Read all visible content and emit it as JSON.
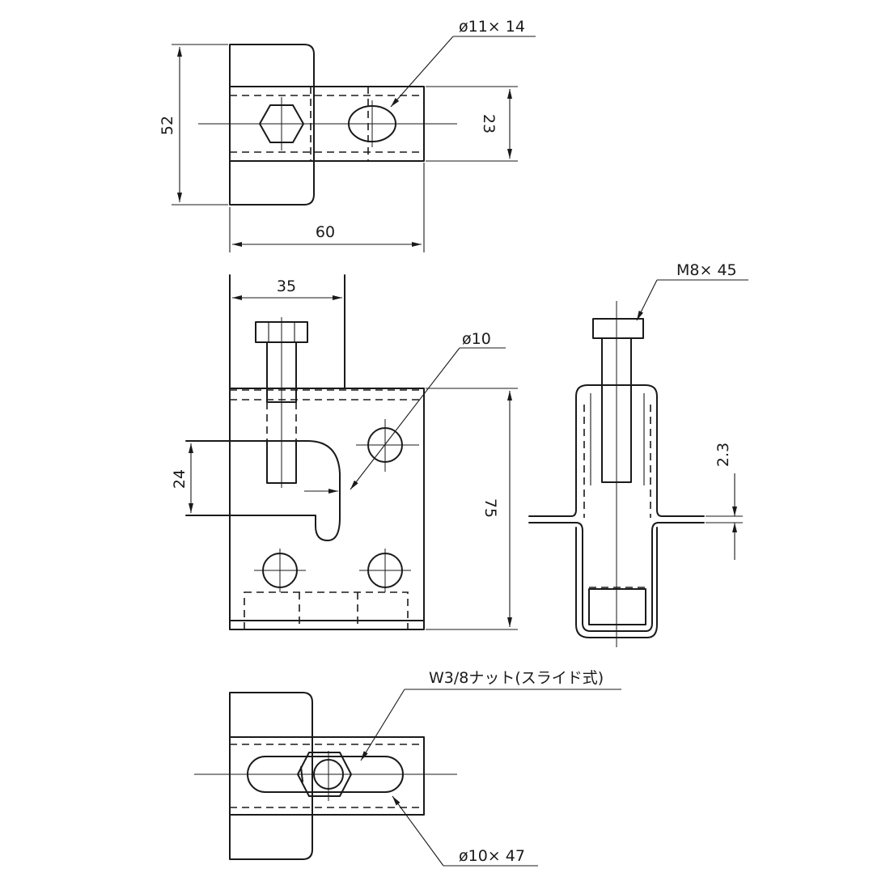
{
  "labels": {
    "hole_top": "ø11× 14",
    "dim_height_top": "52",
    "dim_slot_top": "23",
    "dim_width_top": "60",
    "dim_35": "35",
    "hole_front": "ø10",
    "bolt_spec": "M8× 45",
    "dim_24": "24",
    "dim_75": "75",
    "dim_thickness": "2.3",
    "nut_spec": "W3/8ナット(スライド式)",
    "slot_bottom": "ø10× 47"
  }
}
